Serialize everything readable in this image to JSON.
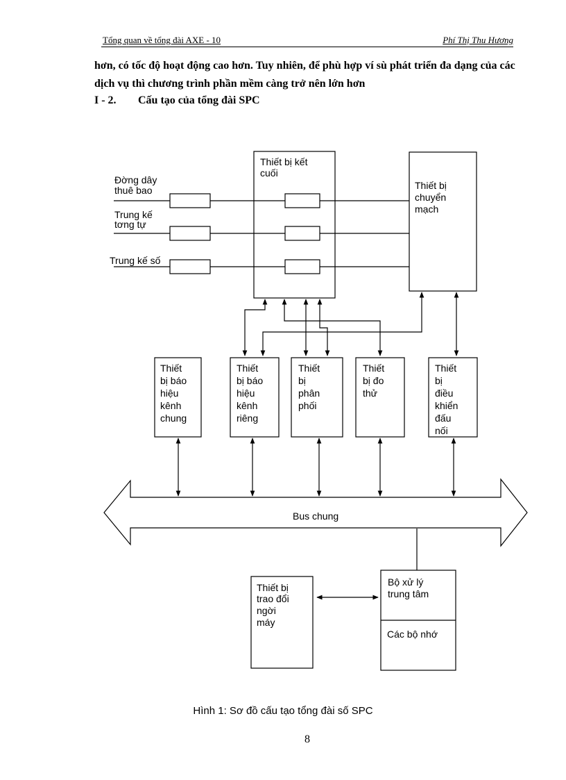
{
  "header": {
    "left": "Tổng quan về tổng đài AXE - 10",
    "right": "Phí Thị Thu Hương"
  },
  "body": {
    "para1": "hơn, có tốc độ hoạt động cao hơn. Tuy nhiên, để phù hợp ví sù phát triển đa dạng của các dịch vụ thì chương trình phần mềm càng trở nên lớn hơn",
    "heading_num": "I - 2.",
    "heading_text": "Cấu tạo của tổng đài SPC"
  },
  "diagram": {
    "inputs": {
      "subscriber_line": [
        "Đờng  dây",
        "thuê bao"
      ],
      "analog_trunk": [
        "Trung kế",
        "tơng  tự"
      ],
      "digital_trunk": [
        "Trung kế số"
      ]
    },
    "terminal_equipment": [
      "Thiết bị kết",
      "cuối"
    ],
    "switching_equipment": [
      "Thiết bị",
      "chuyển",
      "mạch"
    ],
    "modules": {
      "common_channel_signaling": [
        "Thiết",
        "bị báo",
        "hiệu",
        "kênh",
        "chung"
      ],
      "channel_associated_signaling": [
        "Thiết",
        "bị báo",
        "hiệu",
        "kênh",
        "riêng"
      ],
      "distribution": [
        "Thiết",
        "bị",
        "phân",
        "phối"
      ],
      "test": [
        "Thiết",
        "bị đo",
        "thử"
      ],
      "connection_control": [
        "Thiết",
        "bị",
        "điều",
        "khiển",
        "đấu",
        "nối"
      ]
    },
    "bus": "Bus chung",
    "man_machine": [
      "Thiết bị",
      "trao đổi",
      "ngời",
      "máy"
    ],
    "cpu": [
      "Bộ xử lý",
      "trung tâm"
    ],
    "memory": "Các bộ nhớ"
  },
  "caption": "Hình 1: Sơ đồ cấu tạo tổng đài số SPC",
  "page_number": "8"
}
